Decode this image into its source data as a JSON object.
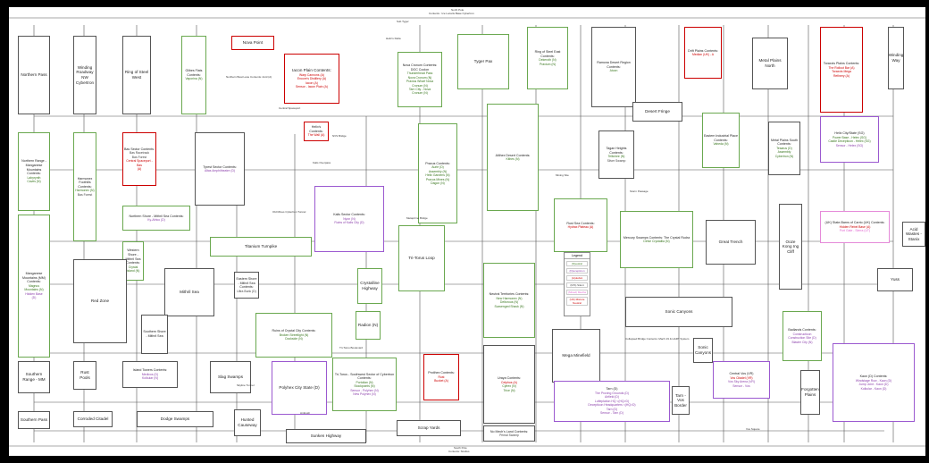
{
  "header": {
    "north_title": "North Pole",
    "north_contents": "Contents : Ice Lucaris Base Cybertron",
    "south_title": "South Pole",
    "south_contents": "Contents: Sirellus"
  },
  "legend": {
    "title": "Legend",
    "items": [
      {
        "label": "(N)eutral",
        "color": "#38761d"
      },
      {
        "label": "(D)ecepticon",
        "color": "#8e44ad"
      },
      {
        "label": "(A)utobot",
        "color": "#cc0000"
      },
      {
        "label": "(D/S) Silent",
        "color": "#444444"
      },
      {
        "label": "(Mixed) Mecha",
        "color": "#e066d0"
      },
      {
        "label": "(UK) Mixture Neutral",
        "color": "#cc0000"
      }
    ]
  },
  "regions": [
    {
      "id": "northern-pass",
      "name": "Northern Pass",
      "lines": []
    },
    {
      "id": "winding-roadway",
      "name": "Winding Roadway NW Cybertron",
      "lines": []
    },
    {
      "id": "ring-of-steel-west",
      "name": "Ring of Steel West",
      "lines": []
    },
    {
      "id": "glibes-flats",
      "name": "Glibes Flats Contents:",
      "lines": [
        {
          "t": "Vaporina (N)",
          "c": "n"
        }
      ]
    },
    {
      "id": "nova-point",
      "name": "Nova Point",
      "lines": []
    },
    {
      "id": "iacon-plain",
      "name": "Iacon Plain Contents:",
      "lines": [
        {
          "t": "Warp Cannons (A)",
          "c": "a"
        },
        {
          "t": "Encore's Distillery (A)",
          "c": "a"
        },
        {
          "t": "Iacon (A)",
          "c": "a"
        },
        {
          "t": "Sensor - Iacon Plain (A)",
          "c": "a"
        }
      ]
    },
    {
      "id": "nova-cronum",
      "name": "Nova Cronum Contents: DOC Coolon",
      "lines": [
        {
          "t": "Thunderhead Pass",
          "c": "n"
        },
        {
          "t": "Nova Cronum (N)",
          "c": "n"
        },
        {
          "t": "Praxius Wharf Nova",
          "c": "n"
        },
        {
          "t": "Cronum (N)",
          "c": "n"
        },
        {
          "t": "Tarn City - Nova",
          "c": "n"
        },
        {
          "t": "Cronum (N)",
          "c": "n"
        }
      ]
    },
    {
      "id": "tyger-pax",
      "name": "Tyger Pax",
      "lines": []
    },
    {
      "id": "ring-of-steel-east",
      "name": "Ring of Steel East Contents:",
      "lines": [
        {
          "t": "Dekeroth (N)",
          "c": "n"
        },
        {
          "t": "Pravium (N)",
          "c": "n"
        }
      ]
    },
    {
      "id": "ramona-desert",
      "name": "Ramona Desert Region Contents:",
      "lines": [
        {
          "t": "Atoxn",
          "c": "n"
        }
      ]
    },
    {
      "id": "drift-plains",
      "name": "Drift Plains Contents:",
      "lines": [
        {
          "t": "Median (UK) - A",
          "c": "a"
        }
      ]
    },
    {
      "id": "metal-plains-north",
      "name": "Metal Plains North",
      "lines": []
    },
    {
      "id": "toraxxis-plains",
      "name": "Toraxxis Plains Contents:",
      "lines": [
        {
          "t": "The Rollout Bar (A)",
          "c": "a"
        },
        {
          "t": "Toraxxis Mega",
          "c": "a"
        },
        {
          "t": "Refinery (A)",
          "c": "a"
        }
      ]
    },
    {
      "id": "winding-way",
      "name": "Winding Way",
      "lines": []
    },
    {
      "id": "northern-range",
      "name": "Northern Range - Manganese Mountains Contents:",
      "lines": [
        {
          "t": "Labyrynth",
          "c": "n"
        },
        {
          "t": "Caves (N)",
          "c": "n"
        }
      ]
    },
    {
      "id": "harmonex",
      "name": "Harmonex Foothills Contents:",
      "lines": [
        {
          "t": "Harmonex (N)",
          "c": "n"
        },
        {
          "t": "Bas Forest",
          "c": "s"
        }
      ]
    },
    {
      "id": "bas-sector",
      "name": "Bas Sector Contents:",
      "lines": [
        {
          "t": "Bas Racetrack",
          "c": "s"
        },
        {
          "t": "Bas Forest",
          "c": "s"
        },
        {
          "t": "Central Spaceport - Bas",
          "c": "a"
        },
        {
          "t": "(A)",
          "c": "a"
        }
      ]
    },
    {
      "id": "tyrest-sector",
      "name": "Tyrest Sector Contents:",
      "lines": [
        {
          "t": "Altas Amphitheatre (D)",
          "c": "o"
        }
      ]
    },
    {
      "id": "helix-prime",
      "name": "Helix's Contents:",
      "lines": [
        {
          "t": "The Wall (A)",
          "c": "a"
        }
      ]
    },
    {
      "id": "praxus",
      "name": "Praxus Contents:",
      "lines": [
        {
          "t": "Aurie (D)",
          "c": "n"
        },
        {
          "t": "Assembly (N)",
          "c": "n"
        },
        {
          "t": "Helix Gardens (N)",
          "c": "n"
        },
        {
          "t": "Praxus Mines (N)",
          "c": "n"
        },
        {
          "t": "Dagon (N)",
          "c": "n"
        }
      ]
    },
    {
      "id": "altihex-desert",
      "name": "Altihex Desert Contents:",
      "lines": [
        {
          "t": "Kithes (N)",
          "c": "n"
        }
      ]
    },
    {
      "id": "tagan-heights",
      "name": "Tagan Heights Contents:",
      "lines": [
        {
          "t": "Tellichee (N)",
          "c": "n"
        },
        {
          "t": "Silver Swamp",
          "c": "s"
        }
      ]
    },
    {
      "id": "desert-fringe",
      "name": "Desert Fringe",
      "lines": []
    },
    {
      "id": "eastern-industrial",
      "name": "Eastern Industrial Place Contents:",
      "lines": [
        {
          "t": "Vaheda (N)",
          "c": "n"
        }
      ]
    },
    {
      "id": "metal-plains-south",
      "name": "Metal Plains South Contents:",
      "lines": [
        {
          "t": "Tesarus (D)",
          "c": "n"
        },
        {
          "t": "Assembly",
          "c": "n"
        },
        {
          "t": "Cybertron (N)",
          "c": "n"
        }
      ]
    },
    {
      "id": "helix-city",
      "name": "Helix City/State (SG)",
      "lines": [
        {
          "t": "Power Base - Helex (SG)",
          "c": "n"
        },
        {
          "t": "Castle Decepticon - Helex (SG)",
          "c": "n"
        },
        {
          "t": "Sensor - Helex (SG)",
          "c": "o"
        }
      ]
    },
    {
      "id": "kalis-sector",
      "name": "Kalis Sector Contents:",
      "lines": [
        {
          "t": "Nyon (N)",
          "c": "o"
        },
        {
          "t": "Ruins of Kalis City (D)",
          "c": "o"
        }
      ]
    },
    {
      "id": "northern-shore",
      "name": "Northern Shore - Mithril Sea Contents:",
      "lines": [
        {
          "t": "Ky-Africo (D)",
          "c": "o"
        }
      ]
    },
    {
      "id": "manganese",
      "name": "Manganese Mountains (MM) Contents:",
      "lines": [
        {
          "t": "Magnus",
          "c": "n"
        },
        {
          "t": "Mountains (N)",
          "c": "n"
        },
        {
          "t": "Hidden Base",
          "c": "o"
        },
        {
          "t": "(D)",
          "c": "o"
        }
      ]
    },
    {
      "id": "western-shore",
      "name": "Western Shore - Mithril Sea Contents:",
      "lines": [
        {
          "t": "Crystal",
          "c": "n"
        },
        {
          "t": "Island (N)",
          "c": "n"
        }
      ]
    },
    {
      "id": "titanium-turnpike",
      "name": "Titanium Turnpike",
      "lines": []
    },
    {
      "id": "tri-torus-loop",
      "name": "Tri-Torus Loop",
      "lines": []
    },
    {
      "id": "rust-sea",
      "name": "Rust Sea Contents:",
      "lines": [
        {
          "t": "Hydrax Plateau (A)",
          "c": "a"
        }
      ]
    },
    {
      "id": "mercury-swamps",
      "name": "Mercury Swamps Contents: The Crystal Rudra",
      "lines": [
        {
          "t": "Delve Crystallia (N)",
          "c": "n"
        }
      ]
    },
    {
      "id": "great-trench",
      "name": "Great Trench",
      "lines": []
    },
    {
      "id": "ooze-kong",
      "name": "Ooze Kong Ing Cliff",
      "lines": []
    },
    {
      "id": "acid-wastes",
      "name": "Acid Wastes - Stanix",
      "lines": []
    },
    {
      "id": "uk-city",
      "name": "(UK) State-Barns of Carrio (UK) Contents:",
      "lines": [
        {
          "t": "Hidden Rebel Base (A)",
          "c": "a"
        },
        {
          "t": "Port Gate - Sierra (UT)",
          "c": "m"
        }
      ]
    },
    {
      "id": "yuss",
      "name": "Yuss",
      "lines": []
    },
    {
      "id": "red-zone",
      "name": "Red Zone",
      "lines": []
    },
    {
      "id": "mithril-sea",
      "name": "Mithril Sea",
      "lines": []
    },
    {
      "id": "eastern-shore",
      "name": "Eastern Shore - Mithril Sea Contents:",
      "lines": [
        {
          "t": "Ultra Bunk (D)",
          "c": "s"
        }
      ]
    },
    {
      "id": "crystalline-hwy",
      "name": "Crystalline Highway",
      "lines": []
    },
    {
      "id": "neutral-territories",
      "name": "Neutral Territories Contents:",
      "lines": [
        {
          "t": "New Harmonex (N)",
          "c": "n"
        },
        {
          "t": "Deltorous (N)",
          "c": "n"
        },
        {
          "t": "Scavenged Shack (N)",
          "c": "n"
        }
      ]
    },
    {
      "id": "sonic-canyons",
      "name": "Sonic Canyons",
      "lines": []
    },
    {
      "id": "badlands",
      "name": "Badlands Contents:",
      "lines": [
        {
          "t": "Constructicon",
          "c": "o"
        },
        {
          "t": "Construction Site (D)",
          "c": "o"
        },
        {
          "t": "Blaster City (N)",
          "c": "o"
        }
      ]
    },
    {
      "id": "ruins-crystal",
      "name": "Ruins of Crystal City Contents:",
      "lines": [
        {
          "t": "Broken Streetlight (N)",
          "c": "n"
        },
        {
          "t": "Dockside (N)",
          "c": "n"
        }
      ]
    },
    {
      "id": "radion",
      "name": "Radion (N)",
      "lines": []
    },
    {
      "id": "southern-shore",
      "name": "Southern Shore - Mithril Sea",
      "lines": []
    },
    {
      "id": "southern-range",
      "name": "Southern Range - MM",
      "lines": []
    },
    {
      "id": "rust-pools",
      "name": "Rust Pools",
      "lines": []
    },
    {
      "id": "island-towers",
      "name": "Island Towers Contents:",
      "lines": [
        {
          "t": "Medicos (D)",
          "c": "o"
        },
        {
          "t": "Kolkular (N)",
          "c": "o"
        }
      ]
    },
    {
      "id": "slag-swamps",
      "name": "Slag Swamps",
      "lines": []
    },
    {
      "id": "polyhex-city",
      "name": "Polyhex City State (D)",
      "lines": []
    },
    {
      "id": "tri-torus-sw",
      "name": "Tri-Torus - Southwest Sector of Cybertron Contents:",
      "lines": [
        {
          "t": "Portolian (N)",
          "c": "n"
        },
        {
          "t": "Stockpoints (N)",
          "c": "n"
        },
        {
          "t": "Sensor - Polyhex (N)",
          "c": "o"
        },
        {
          "t": "New Polyhex (N)",
          "c": "o"
        }
      ]
    },
    {
      "id": "protihex",
      "name": "Protihex Contents:",
      "lines": [
        {
          "t": "Rust",
          "c": "a"
        },
        {
          "t": "Bucket (A)",
          "c": "a"
        }
      ]
    },
    {
      "id": "uraya",
      "name": "Uraya Contents:",
      "lines": [
        {
          "t": "Celphos (A)",
          "c": "a"
        },
        {
          "t": "Cytrex (N)",
          "c": "n"
        },
        {
          "t": "Trice (N)",
          "c": "n"
        }
      ]
    },
    {
      "id": "mega-minefield",
      "name": "Mega Minefield",
      "lines": []
    },
    {
      "id": "tarn",
      "name": "Tarn (D)",
      "lines": [
        {
          "t": "The Proving Grounds (D)",
          "c": "o"
        },
        {
          "t": "Airfield (D)",
          "c": "o"
        },
        {
          "t": "Lufteplation HQ <(HQ>D)",
          "c": "o"
        },
        {
          "t": "Decepticon Headquarters <(HQ>D)",
          "c": "o"
        },
        {
          "t": "Tarn (D)",
          "c": "o"
        },
        {
          "t": "Sensor - Tarn (D)",
          "c": "o"
        }
      ]
    },
    {
      "id": "tarn-vos",
      "name": "Tarn - Vos Border",
      "lines": []
    },
    {
      "id": "central-vos",
      "name": "Central Vos (VR)",
      "lines": [
        {
          "t": "Vos Citadel (VR)",
          "c": "a"
        },
        {
          "t": "Vos Sky Arena (VR)",
          "c": "o"
        },
        {
          "t": "Sensor - Vos",
          "c": "o"
        }
      ]
    },
    {
      "id": "forgotten-plains",
      "name": "Forgotten Plains",
      "lines": []
    },
    {
      "id": "kaon",
      "name": "Kaon (D) Contents:",
      "lines": [
        {
          "t": "Windstage Row - Kaon (D)",
          "c": "o"
        },
        {
          "t": "Jump Joint - Kaon (D)",
          "c": "o"
        },
        {
          "t": "Kolkular - Kaon (D)",
          "c": "o"
        }
      ]
    },
    {
      "id": "southern-pass",
      "name": "Southern Pass",
      "lines": []
    },
    {
      "id": "corroded-citadel",
      "name": "Corroded Citadel",
      "lines": []
    },
    {
      "id": "dodge-swamps",
      "name": "Dodge Swamps",
      "lines": []
    },
    {
      "id": "hunted-causeway",
      "name": "Hunted Causeway",
      "lines": []
    },
    {
      "id": "sunken-highway",
      "name": "Sunken Highway",
      "lines": []
    },
    {
      "id": "scrap-yards",
      "name": "Scrap Yards",
      "lines": []
    },
    {
      "id": "no-mechs-land",
      "name": "No Mech's Land Contents:",
      "lines": [
        {
          "t": "Primal Swamp",
          "c": "s"
        }
      ]
    },
    {
      "id": "sonic-canyons-2",
      "name": "Sonic Canyons",
      "lines": []
    }
  ],
  "small_labels": {
    "kalis_overpass": "Kalis Overpass",
    "metaprime_bridge": "Metaprime Bridge",
    "central_spaceport": "Central Spaceport",
    "nvs_bridge": "NVS Bridge",
    "tri_torus_boulevard": "Tri-Torus Boulevard",
    "northern_boat_lane": "Northern Boat Lane Contents: Acid (A)",
    "helix_delta": "Helix's Delta",
    "sub_tyger": "Sub Tyger",
    "battle_gauntlet": "Battle Gauntlet",
    "ambush": "Ambush",
    "vos_square": "Vos Square",
    "collapsed_bridge": "Collapsed Bridge Contents: Mach 19 & HART System",
    "highway_tunnel": "Interstate Bypass Checkpoint",
    "mining_site": "Mining Site",
    "storm_pass": "Storm Passage",
    "old_mine": "Old Mines Cybertron Tunnel",
    "skyline_tunnel": "Skyline Tunnel"
  }
}
